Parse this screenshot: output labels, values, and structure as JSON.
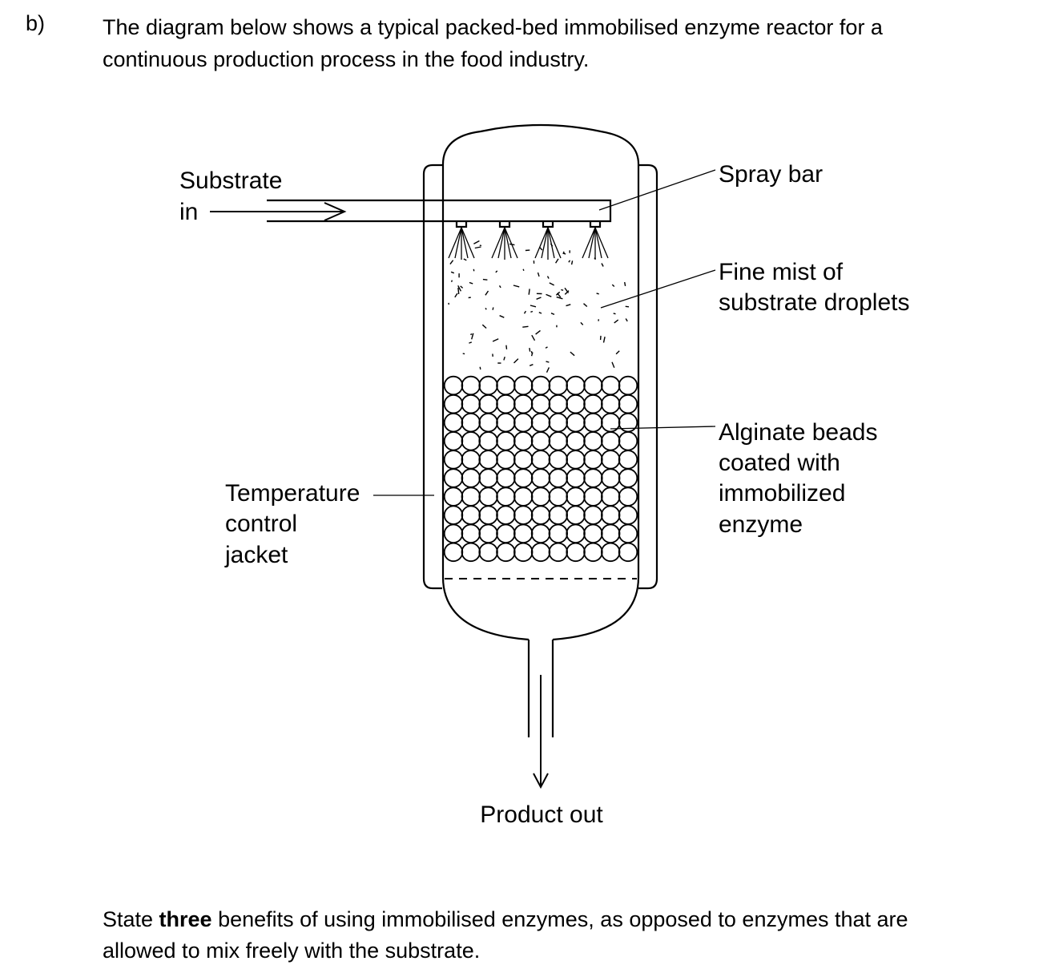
{
  "question": {
    "part_label": "b)",
    "intro_line1": "The diagram below shows a typical packed-bed immobilised enzyme reactor for a",
    "intro_line2": "continuous production process in the food industry.",
    "prompt_pre": "State ",
    "prompt_bold": "three",
    "prompt_post_line1": " benefits of using immobilised enzymes, as opposed to enzymes that are",
    "prompt_line2": "allowed to mix freely with the substrate."
  },
  "diagram": {
    "labels": {
      "substrate_in_line1": "Substrate",
      "substrate_in_line2": "in",
      "spray_bar": "Spray bar",
      "fine_mist_line1": "Fine mist of",
      "fine_mist_line2": "substrate droplets",
      "alginate_line1": "Alginate beads",
      "alginate_line2": "coated with",
      "alginate_line3": "immobilized",
      "alginate_line4": "enzyme",
      "temp_line1": "Temperature",
      "temp_line2": "control",
      "temp_line3": "jacket",
      "product_out": "Product out"
    }
  }
}
